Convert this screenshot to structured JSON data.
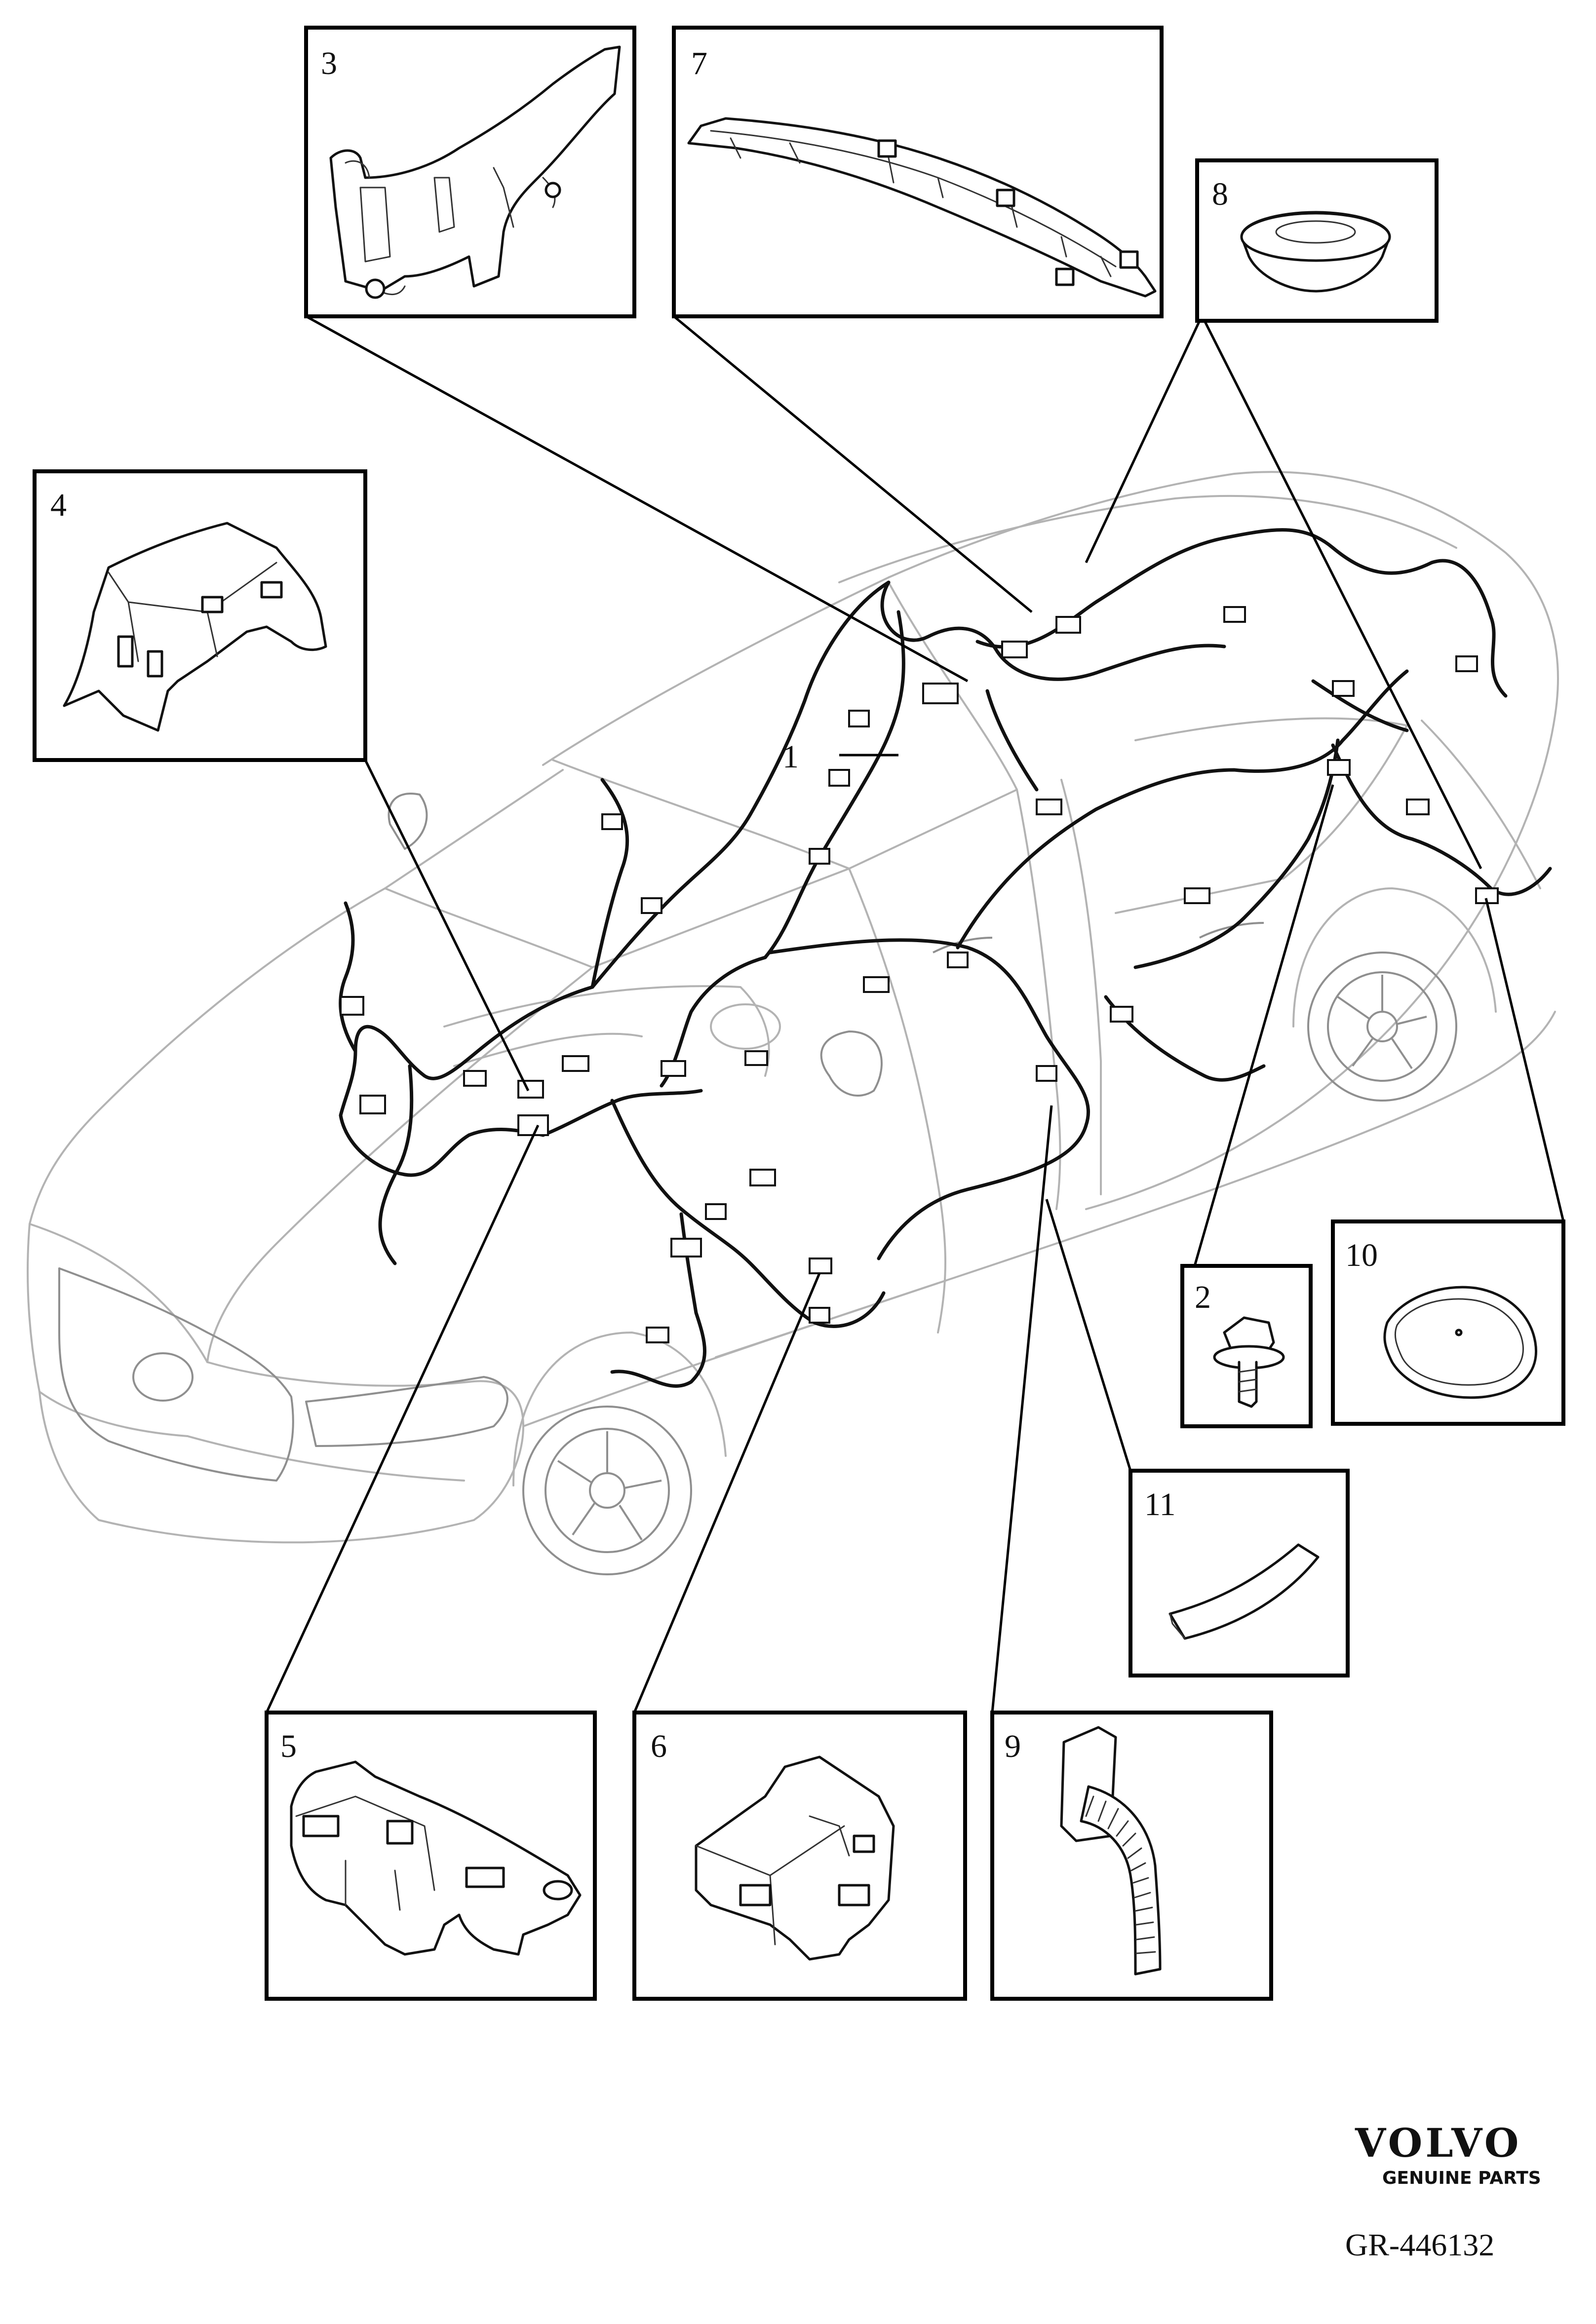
{
  "callouts": {
    "c1": "1",
    "c2": "2",
    "c3": "3",
    "c4": "4",
    "c5": "5",
    "c6": "6",
    "c7": "7",
    "c8": "8",
    "c9": "9",
    "c10": "10",
    "c11": "11"
  },
  "brand": {
    "logo_text": "VOLVO",
    "subtitle": "GENUINE PARTS"
  },
  "reference_code": "GR-446132",
  "colors": {
    "line": "#000000",
    "car_outline": "#b3b3b3",
    "background": "#ffffff"
  }
}
